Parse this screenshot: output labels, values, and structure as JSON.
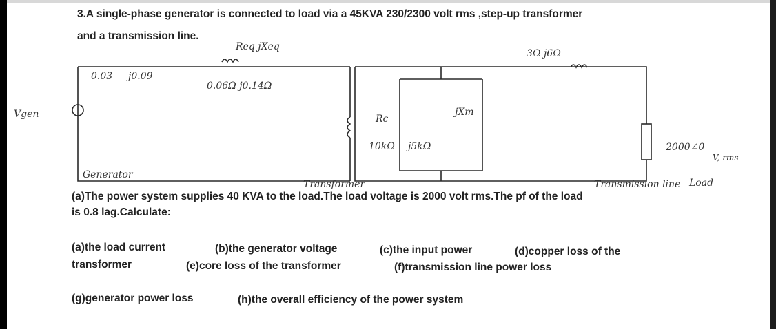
{
  "problem": {
    "line1": "3.A single-phase generator is connected to load via a 45KVA 230/2300 volt rms ,step-up transformer",
    "line2": "and a transmission line.",
    "part_a_1": "(a)The power system supplies 40 KVA to the load.The load voltage is 2000 volt rms.The pf of the load",
    "part_a_2": "is 0.8 lag.Calculate:",
    "q_row1_a": "(a)the load current",
    "q_row1_b": "(b)the generator voltage",
    "q_row1_c": "(c)the input power",
    "q_row1_d": "(d)copper loss of the",
    "q_row2_a": "transformer",
    "q_row2_b": "(e)core loss of the transformer",
    "q_row2_c": "(f)transmission line power loss",
    "q_row3_a": "(g)generator power loss",
    "q_row3_b": "(h)the overall efficiency of the power system"
  },
  "circuit_labels": {
    "vgen": "Vgen",
    "gen_r": "0.03",
    "gen_x": "j0.09",
    "req_head": "Req  jXeq",
    "req_vals": "0.06Ω  j0.14Ω",
    "rc": "Rc",
    "rc_val": "10kΩ",
    "xm": "jXm",
    "xm_val": "j5kΩ",
    "line_vals": "3Ω  j6Ω",
    "load_v": "2000∠0",
    "load_unit": "V, rms",
    "generator": "Generator",
    "transformer": "Transformer",
    "transmission": "Transmission line",
    "load": "Load"
  }
}
